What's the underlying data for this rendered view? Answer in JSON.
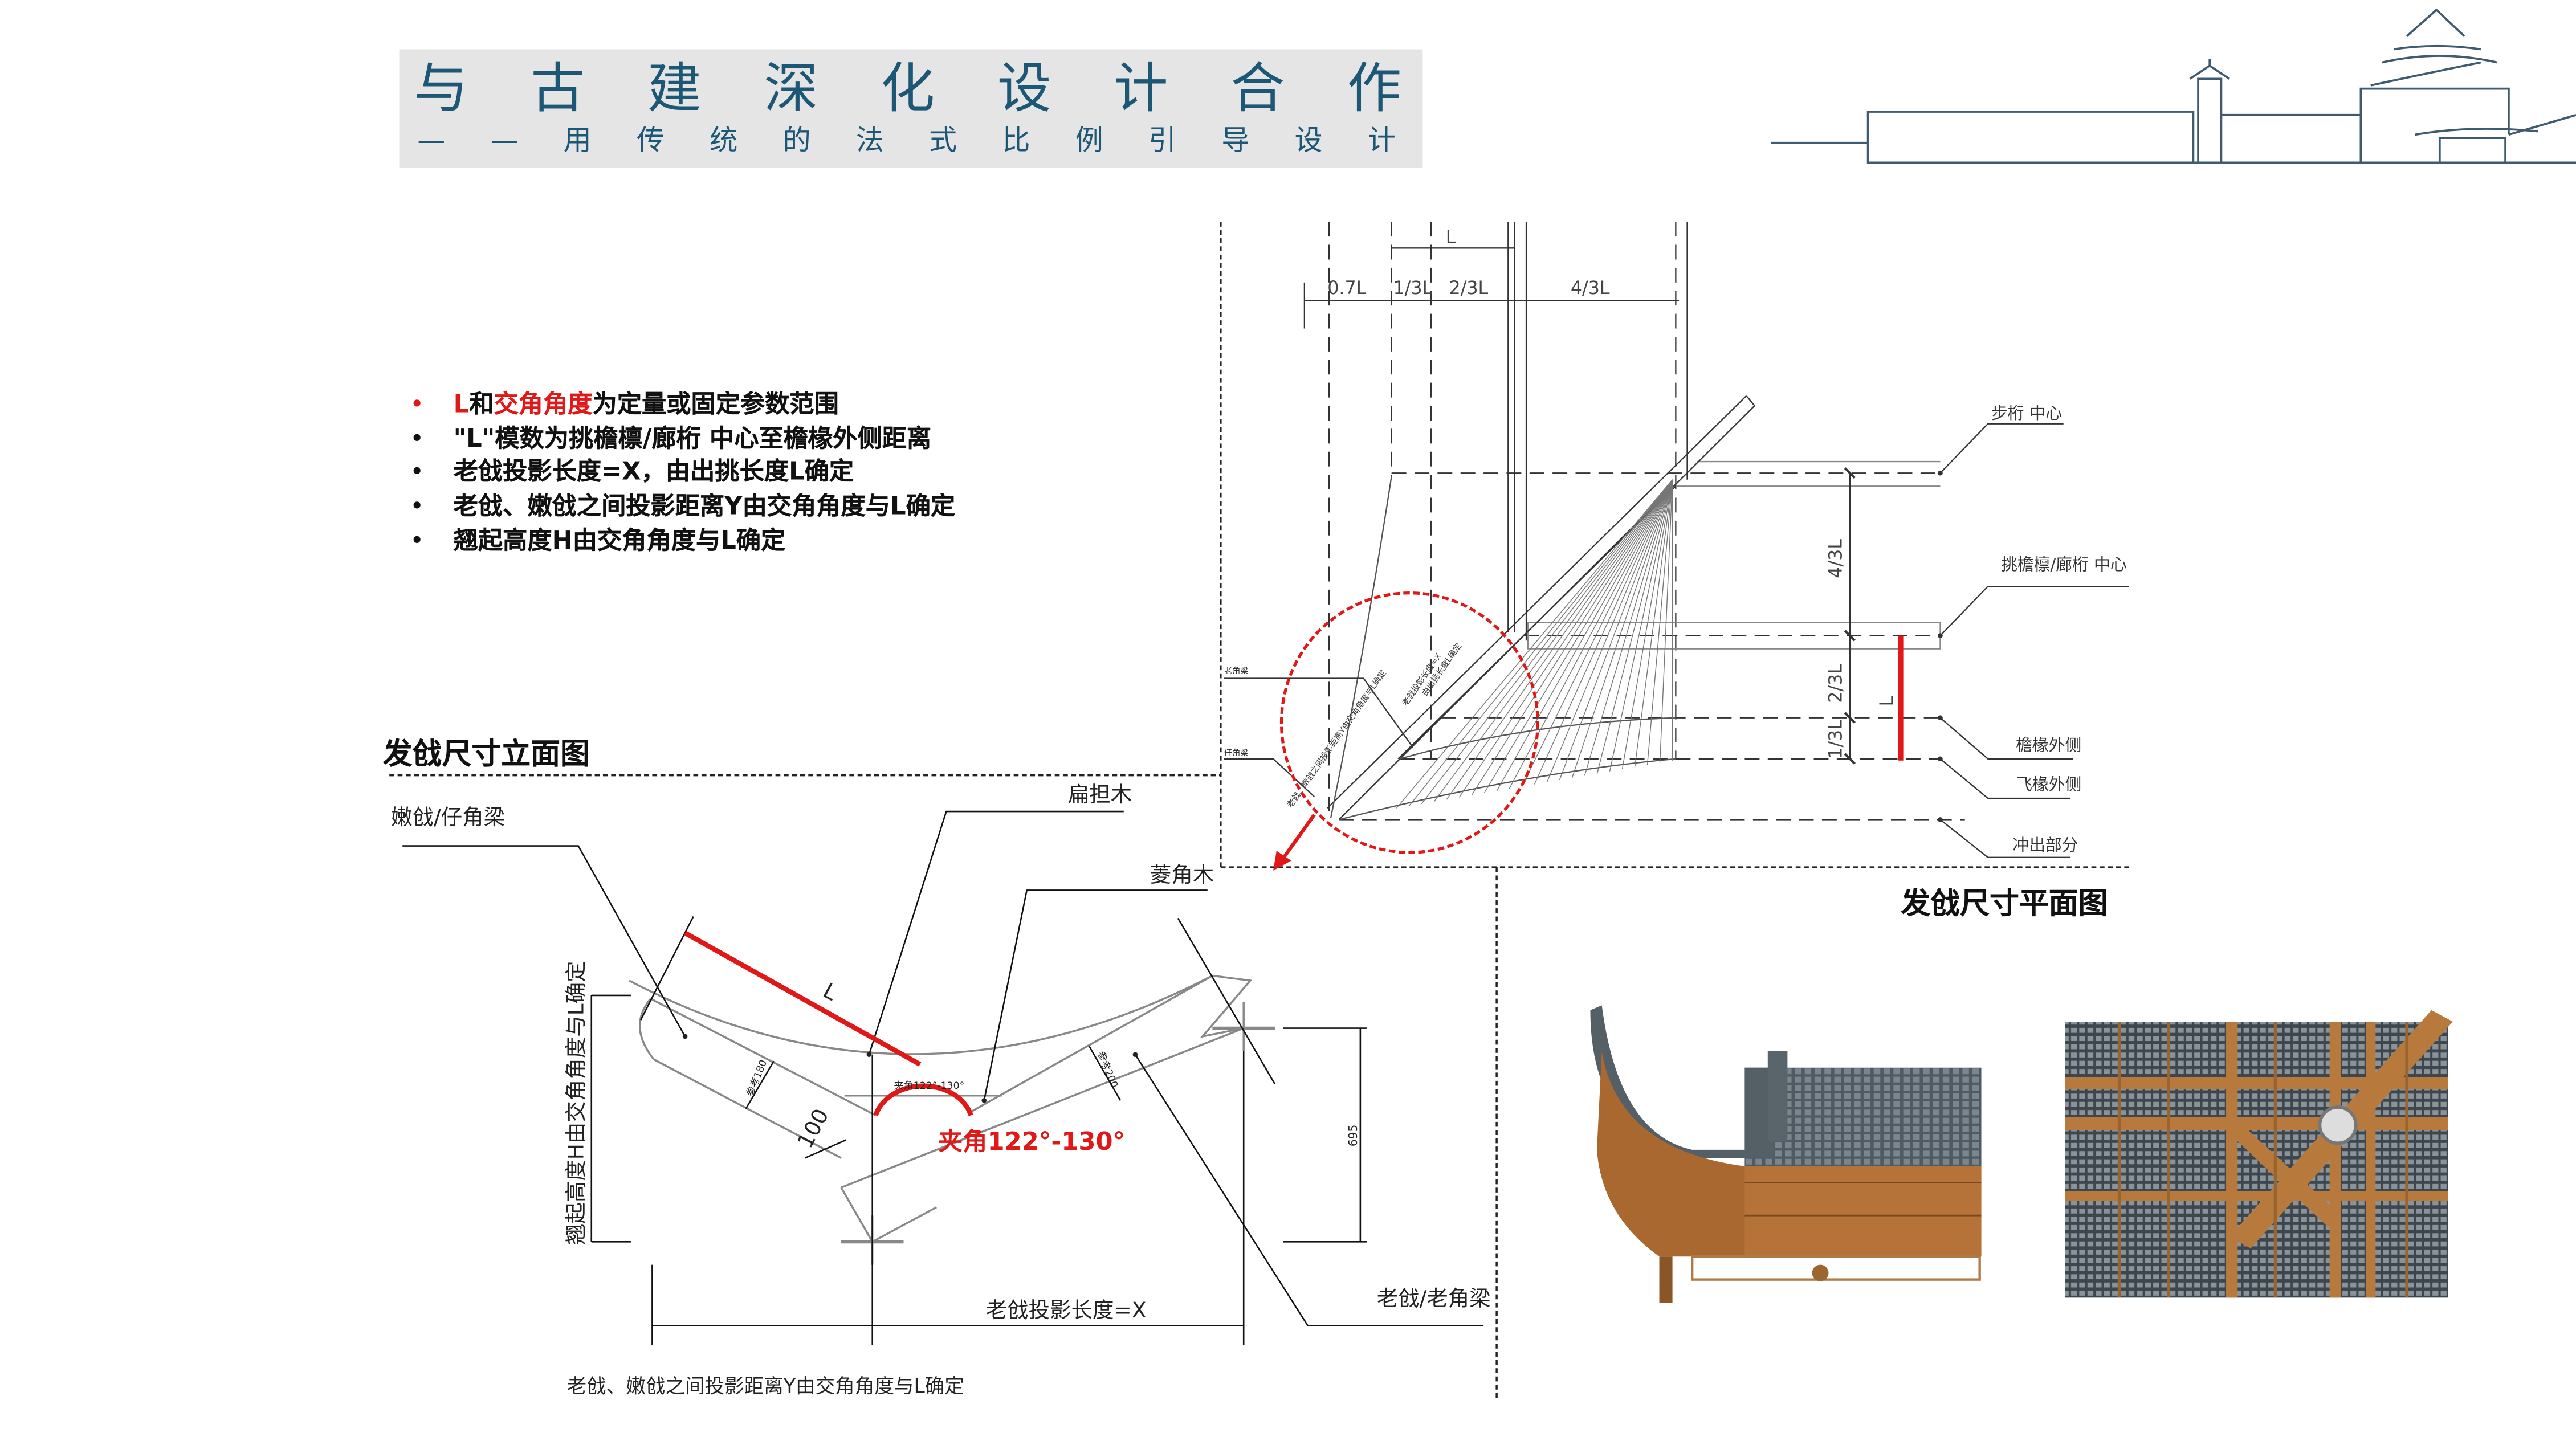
{
  "header": {
    "title_chars": [
      "与",
      "古",
      "建",
      "深",
      "化",
      "设",
      "计",
      "合",
      "作"
    ],
    "subtitle_chars": [
      "—",
      "—",
      "用",
      "传",
      "统",
      "的",
      "法",
      "式",
      "比",
      "例",
      "引",
      "导",
      "设",
      "计"
    ]
  },
  "bullets": [
    {
      "parts": [
        {
          "text": "L和",
          "red": false
        },
        {
          "text": "交角角度",
          "red": true
        },
        {
          "text": "为定量或固定参数范围",
          "red": false
        }
      ],
      "first_red": "L",
      "first_rest": "和",
      "red": "交角角度",
      "rest": "为定量或固定参数范围"
    },
    {
      "text": "\"L\"模数为挑檐檩/廊桁 中心至檐椽外侧距离"
    },
    {
      "text": "老戗投影长度=X，由出挑长度L确定"
    },
    {
      "text": "老戗、嫩戗之间投影距离Y由交角角度与L确定"
    },
    {
      "text": "翘起高度H由交角角度与L确定"
    }
  ],
  "elevation": {
    "heading": "发戗尺寸立面图",
    "label_nenqiang": "嫩戗/仔角梁",
    "label_biandanmu": "扁担木",
    "label_lingjiaomu": "菱角木",
    "label_L": "L",
    "label_height": "翘起高度H由交角角度与L确定",
    "label_100": "100",
    "label_ref180": "参考180",
    "label_ref200": "参考200",
    "label_angle_small": "夹角122°-130°",
    "label_angle": "夹角122°-130°",
    "label_695": "695",
    "label_projection": "老戗投影长度=X",
    "label_laoqiang": "老戗/老角梁",
    "caption": "老戗、嫩戗之间投影距离Y由交角角度与L确定"
  },
  "plan": {
    "heading": "发戗尺寸平面图",
    "dim_L_top": "L",
    "dim_07L": "0.7L",
    "dim_13L": "1/3L",
    "dim_23L": "2/3L",
    "dim_43L": "4/3L",
    "vdim_43L": "4/3L",
    "vdim_23L": "2/3L",
    "vdim_13L": "1/3L",
    "vdim_L": "L",
    "label_buheng": "步桁  中心",
    "label_tiaoyan": "挑檐檩/廊桁  中心",
    "label_yanchuan": "檐椽外侧",
    "label_feichuan": "飞椽外侧",
    "label_chongchu": "冲出部分",
    "label_laojiaoliang": "老角梁",
    "label_zijiaoliang": "仔角梁",
    "beam_note_1": "老戗、嫩戗之间投影距离Y由交角角度与L确定",
    "beam_note_2": "老戗投影长度=X",
    "beam_note_3": "由出挑长度L确定"
  },
  "colors": {
    "accent": "#1d5776",
    "red": "#e01818",
    "wood": "#a8682f",
    "tile": "#5c6770"
  }
}
